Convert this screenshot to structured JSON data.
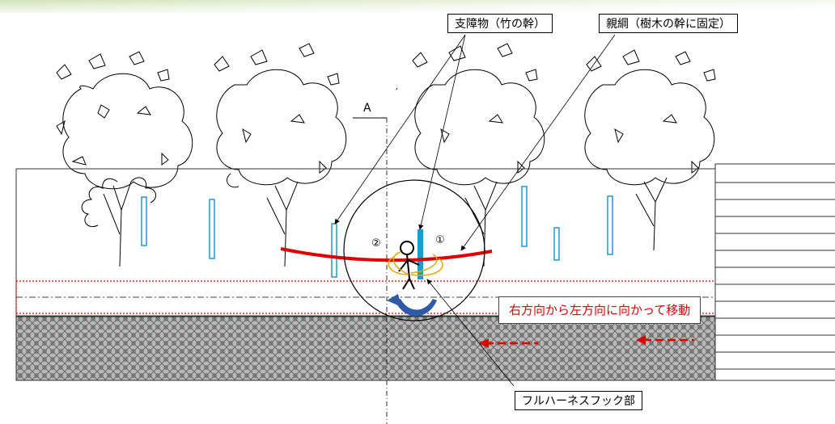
{
  "labels": {
    "obstacle": "支障物（竹の幹）",
    "lifeline": "親綱（樹木の幹に固定）",
    "section_a": "A",
    "section_a_prime": "′",
    "direction_note": "右方向から左方向に向かって移動",
    "hook": "フルハーネスフック部",
    "num1": "①",
    "num2": "②"
  },
  "colors": {
    "lifeline": "#e00000",
    "bamboo": "#1a9bd7",
    "hook_lines": "#e8a800",
    "arrow": "#2f5aa8",
    "direction_arrows": "#e00000",
    "corner_accent": "#dbe9c8"
  }
}
